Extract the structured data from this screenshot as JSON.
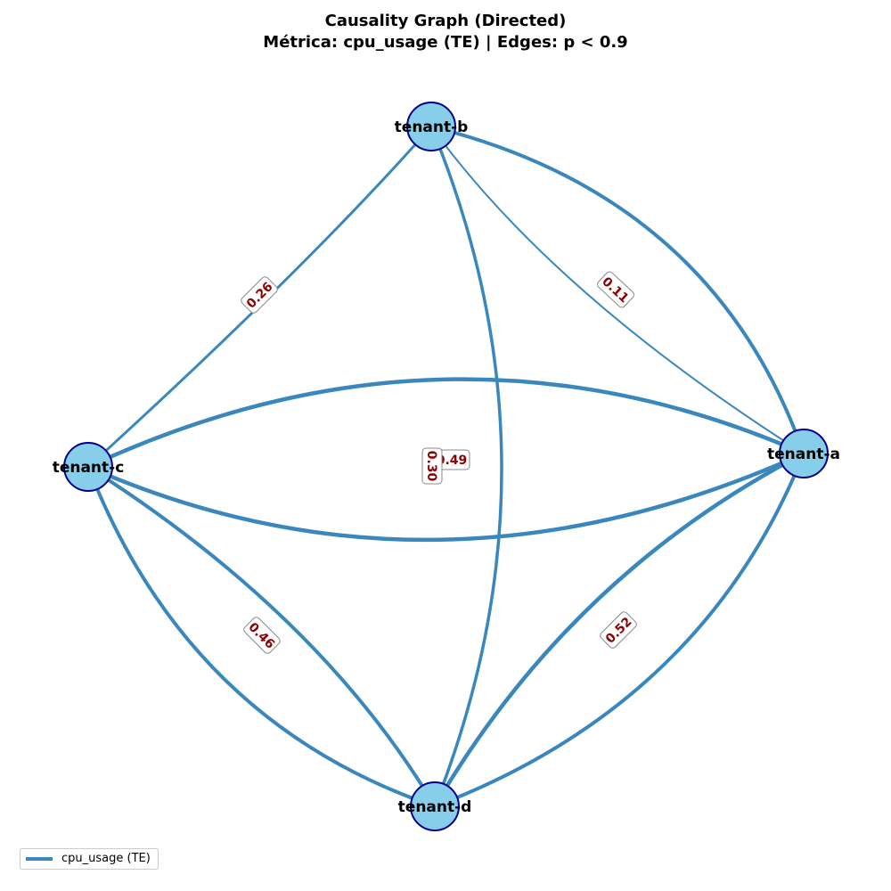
{
  "title": {
    "line1": "Causality Graph (Directed)",
    "line2": "Métrica: cpu_usage (TE) | Edges: p < 0.9"
  },
  "colors": {
    "edge": "#3a87be",
    "node_fill": "#87ceeb",
    "node_stroke": "#00008b",
    "edge_label": "#8b0000"
  },
  "legend": {
    "label": "cpu_usage (TE)"
  },
  "nodes": [
    {
      "id": "tenant-a",
      "label": "tenant-a"
    },
    {
      "id": "tenant-b",
      "label": "tenant-b"
    },
    {
      "id": "tenant-c",
      "label": "tenant-c"
    },
    {
      "id": "tenant-d",
      "label": "tenant-d"
    }
  ],
  "edges": [
    {
      "source": "tenant-b",
      "target": "tenant-a",
      "label": "0.11"
    },
    {
      "source": "tenant-a",
      "target": "tenant-b",
      "label": ""
    },
    {
      "source": "tenant-b",
      "target": "tenant-c",
      "label": "0.26"
    },
    {
      "source": "tenant-c",
      "target": "tenant-a",
      "label": "0.49"
    },
    {
      "source": "tenant-a",
      "target": "tenant-c",
      "label": ""
    },
    {
      "source": "tenant-b",
      "target": "tenant-d",
      "label": "0.30"
    },
    {
      "source": "tenant-c",
      "target": "tenant-d",
      "label": "0.46"
    },
    {
      "source": "tenant-d",
      "target": "tenant-c",
      "label": ""
    },
    {
      "source": "tenant-a",
      "target": "tenant-d",
      "label": "0.52"
    },
    {
      "source": "tenant-d",
      "target": "tenant-a",
      "label": ""
    }
  ]
}
